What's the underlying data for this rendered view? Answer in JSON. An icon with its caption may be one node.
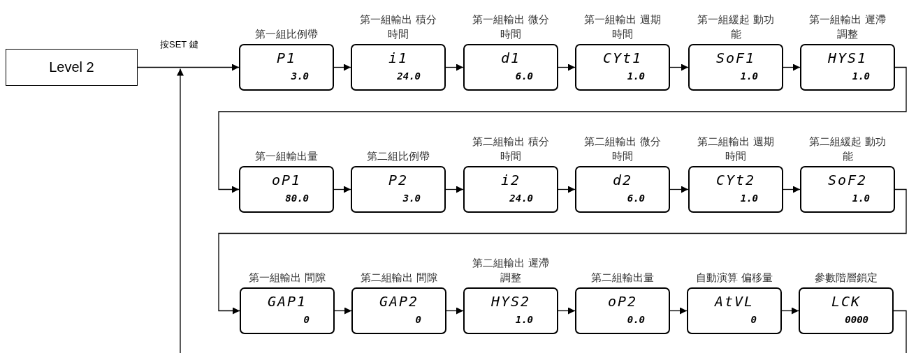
{
  "diagram": {
    "nodes": [
      {
        "text": [
          "Level 2"
        ]
      },
      {
        "text": [
          "第一組比例帶",
          "P1",
          "3.0"
        ]
      },
      {
        "text": [
          "第一組輸出 積分時間",
          "i1",
          "24.0"
        ]
      },
      {
        "text": [
          "第一組輸出 微分時間",
          "d1",
          "6.0"
        ]
      },
      {
        "text": [
          "第一組輸出 週期時間",
          "CYt1",
          "1.0"
        ]
      },
      {
        "text": [
          "第一組緩起 動功能",
          "SoF1",
          "1.0"
        ]
      },
      {
        "text": [
          "第一組輸出 遲滯調整",
          "HYS1",
          "1.0"
        ]
      },
      {
        "text": [
          "第一組輸出量",
          "oP1",
          "80.0"
        ]
      },
      {
        "text": [
          "第二組比例帶",
          "P2",
          "3.0"
        ]
      },
      {
        "text": [
          "第二組輸出 積分時間",
          "i2",
          "24.0"
        ]
      },
      {
        "text": [
          "第二組輸出 微分時間",
          "d2",
          "6.0"
        ]
      },
      {
        "text": [
          "第二組輸出 週期時間",
          "CYt2",
          "1.0"
        ]
      },
      {
        "text": [
          "第二組緩起 動功能",
          "SoF2",
          "1.0"
        ]
      },
      {
        "text": [
          "第一組輸出 間隙",
          "GAP1",
          "0"
        ]
      },
      {
        "text": [
          "第二組輸出 間隙",
          "GAP2",
          "0"
        ]
      },
      {
        "text": [
          "第二組輸出 遲滯調整",
          "HYS2",
          "1.0"
        ]
      },
      {
        "text": [
          "第二組輸出量",
          "oP2",
          "0.0"
        ]
      },
      {
        "text": [
          "自動演算 偏移量",
          "AtVL",
          "0"
        ]
      },
      {
        "text": [
          "參數階層鎖定",
          "LCK",
          "0000"
        ]
      }
    ],
    "edges": [
      {
        "from": 0,
        "to": 1,
        "arrow": "to",
        "label": "按SET 鍵"
      },
      {
        "from": 1,
        "to": 2,
        "arrow": "to"
      },
      {
        "from": 2,
        "to": 3,
        "arrow": "to"
      },
      {
        "from": 3,
        "to": 4,
        "arrow": "to"
      },
      {
        "from": 4,
        "to": 5,
        "arrow": "to"
      },
      {
        "from": 5,
        "to": 6,
        "arrow": "to"
      },
      {
        "from": 6,
        "to": 7,
        "arrow": "to"
      },
      {
        "from": 7,
        "to": 8,
        "arrow": "to"
      },
      {
        "from": 8,
        "to": 9,
        "arrow": "to"
      },
      {
        "from": 9,
        "to": 10,
        "arrow": "to"
      },
      {
        "from": 10,
        "to": 11,
        "arrow": "to"
      },
      {
        "from": 11,
        "to": 12,
        "arrow": "to"
      },
      {
        "from": 12,
        "to": 13,
        "arrow": "to"
      },
      {
        "from": 13,
        "to": 14,
        "arrow": "to"
      },
      {
        "from": 14,
        "to": 15,
        "arrow": "to"
      },
      {
        "from": 15,
        "to": 16,
        "arrow": "to"
      },
      {
        "from": 16,
        "to": 17,
        "arrow": "to"
      },
      {
        "from": 17,
        "to": 18,
        "arrow": "to"
      },
      {
        "from": 18,
        "to": null,
        "arrow": "none"
      },
      {
        "from": null,
        "to": 1,
        "arrow": "to"
      }
    ]
  }
}
